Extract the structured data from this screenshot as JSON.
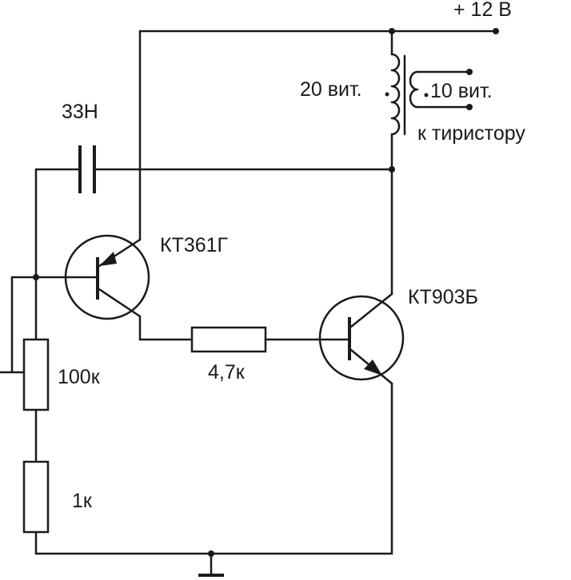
{
  "labels": {
    "supply": "+ 12 В",
    "primary_turns": "20 вит.",
    "secondary_turns": "10 вит.",
    "thyristor_output": "к тиристору",
    "capacitor": "33Н",
    "transistor_q1": "КТ361Г",
    "transistor_q2": "КТ903Б",
    "potentiometer": "100к",
    "base_resistor": "4,7к",
    "bottom_resistor": "1к"
  },
  "colors": {
    "ink": "#1a1a1a",
    "background": "#ffffff"
  }
}
